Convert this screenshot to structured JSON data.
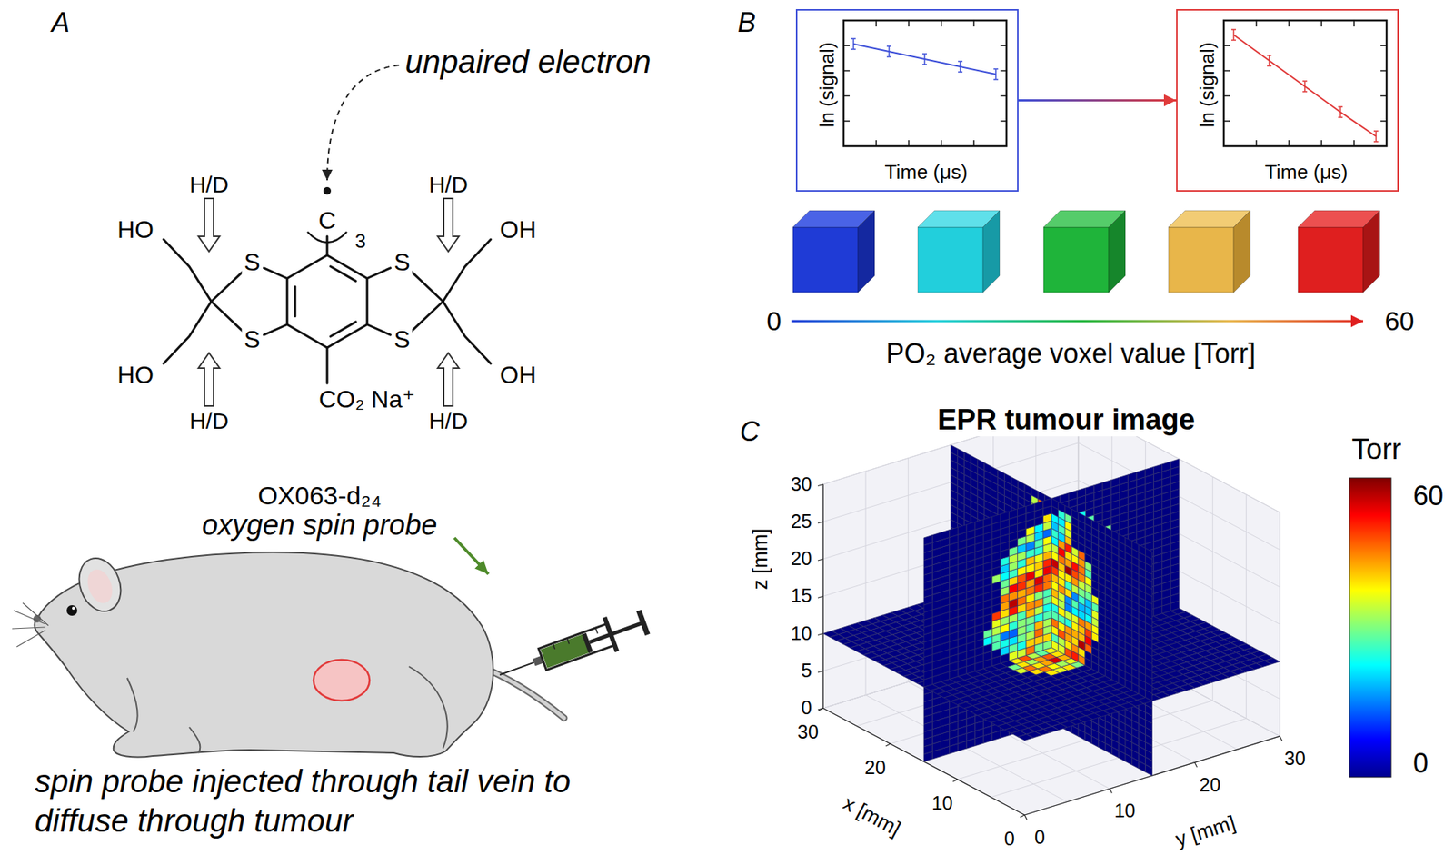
{
  "diagram": {
    "nodes": [
      {
        "text": [
          "ln (signal)",
          "Time (μs)"
        ]
      },
      {
        "text": [
          "ln (signal)",
          "Time (μs)"
        ]
      }
    ],
    "edges": [
      {
        "from": 0,
        "to": 1,
        "arrow": "to"
      }
    ],
    "labels": [
      "A",
      "unpaired electron",
      "H/D",
      "H/D",
      "HO",
      "C",
      "3",
      "OH",
      "S",
      "S",
      "S",
      "S",
      "HO",
      "CO₂ Na⁺",
      "OH",
      "H/D",
      "H/D",
      "OX063-d₂₄",
      "oxygen spin probe",
      "spin probe injected through tail vein to diffuse through tumour",
      "B",
      "0",
      "60",
      "PO₂ average voxel value [Torr]",
      "C",
      "EPR tumour image",
      "z [mm]",
      "30",
      "25",
      "20",
      "15",
      "10",
      "5",
      "0",
      "30",
      "20",
      "10",
      "0",
      "x [mm]",
      "0",
      "10",
      "20",
      "30",
      "y [mm]",
      "Torr",
      "60",
      "0"
    ]
  }
}
